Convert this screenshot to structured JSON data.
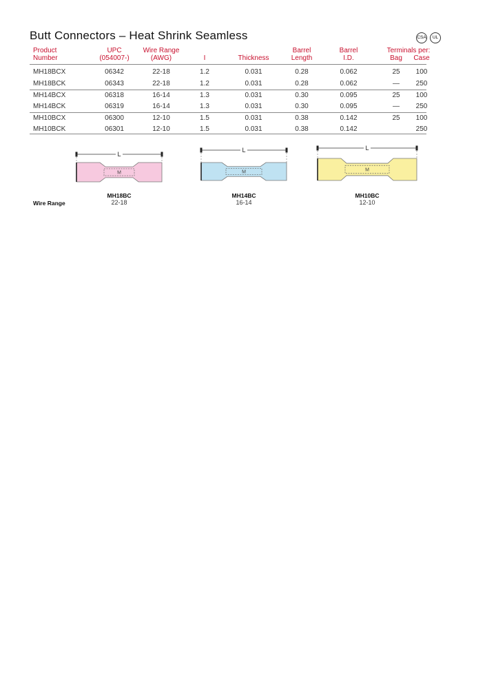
{
  "title": "Butt Connectors – Heat Shrink Seamless",
  "certs": [
    "CSA",
    "UL"
  ],
  "headers": [
    {
      "line1": "Product",
      "line2": "Number"
    },
    {
      "line1": "UPC",
      "line2": "(054007-)"
    },
    {
      "line1": "Wire Range",
      "line2": "(AWG)"
    },
    {
      "line1": "",
      "line2": "I"
    },
    {
      "line1": "",
      "line2": "Thickness"
    },
    {
      "line1": "Barrel",
      "line2": "Length"
    },
    {
      "line1": "Barrel",
      "line2": "I.D."
    },
    {
      "line1": "Terminals per:",
      "line2": ""
    },
    {
      "line1": "",
      "line2": "Bag"
    },
    {
      "line1": "",
      "line2": "Case"
    }
  ],
  "rows": [
    [
      "MH18BCX",
      "06342",
      "22-18",
      "1.2",
      "0.031",
      "0.28",
      "0.062",
      "25",
      "100"
    ],
    [
      "MH18BCK",
      "06343",
      "22-18",
      "1.2",
      "0.031",
      "0.28",
      "0.062",
      "—",
      "250"
    ],
    [
      "MH14BCX",
      "06318",
      "16-14",
      "1.3",
      "0.031",
      "0.30",
      "0.095",
      "25",
      "100"
    ],
    [
      "MH14BCK",
      "06319",
      "16-14",
      "1.3",
      "0.031",
      "0.30",
      "0.095",
      "—",
      "250"
    ],
    [
      "MH10BCX",
      "06300",
      "12-10",
      "1.5",
      "0.031",
      "0.38",
      "0.142",
      "25",
      "100"
    ],
    [
      "MH10BCK",
      "06301",
      "12-10",
      "1.5",
      "0.031",
      "0.38",
      "0.142",
      "",
      "250"
    ]
  ],
  "diagrams": [
    {
      "dim_label": "L",
      "center_label": "M",
      "model": "MH18BC",
      "wire_range": "22-18",
      "color": "#f7c9df"
    },
    {
      "dim_label": "L",
      "center_label": "M",
      "model": "MH14BC",
      "wire_range": "16-14",
      "color": "#bfe2f2"
    },
    {
      "dim_label": "L",
      "center_label": "M",
      "model": "MH10BC",
      "wire_range": "12-10",
      "color": "#faf0a0"
    }
  ],
  "wire_range_label": "Wire Range"
}
